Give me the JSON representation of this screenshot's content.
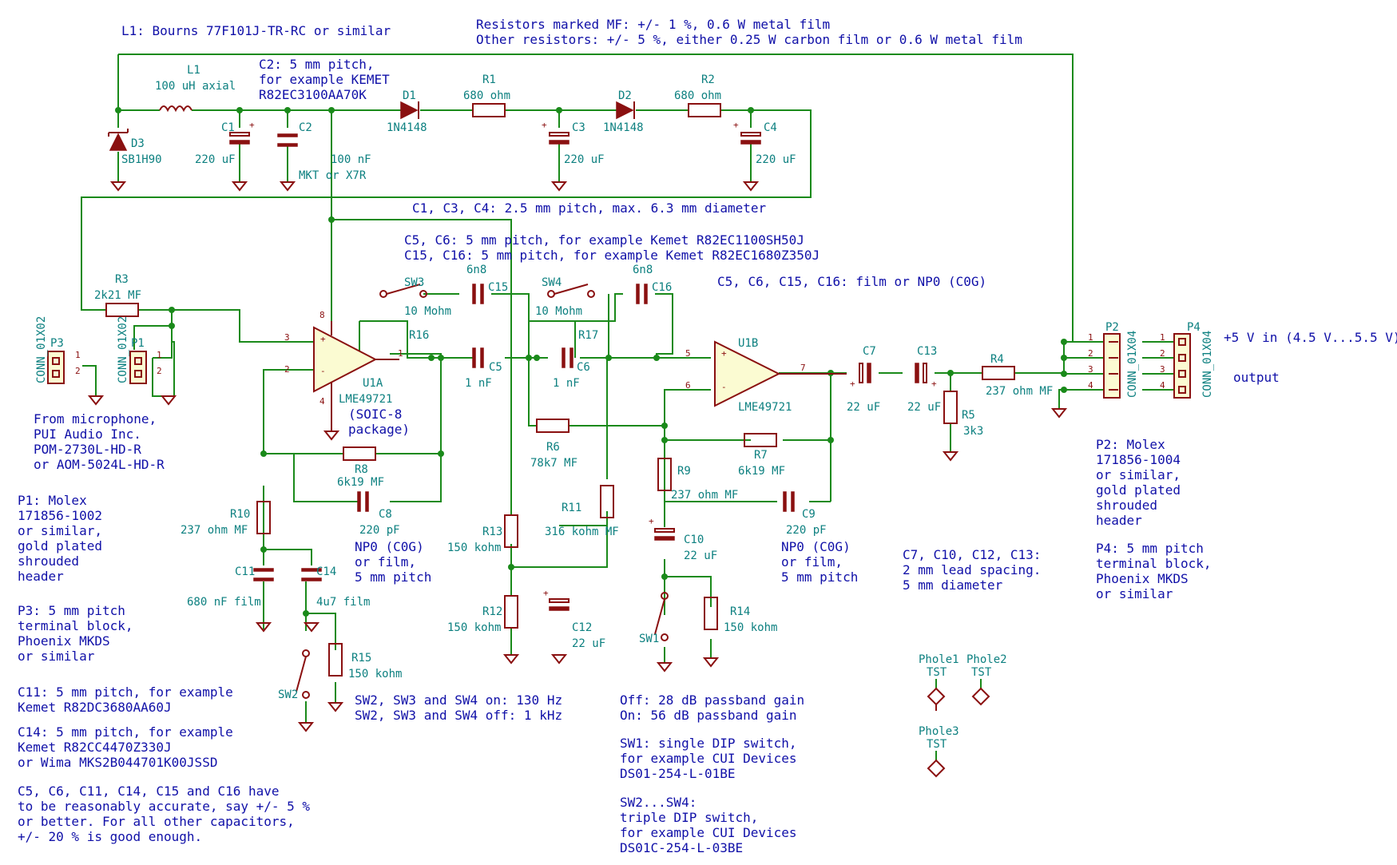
{
  "colors": {
    "wire": "#1a8a1a",
    "part": "#8a1010",
    "label": "#0d8080",
    "note": "#1010a8",
    "fill": "#fbfbd2"
  },
  "notes": {
    "l1": "L1: Bourns 77F101J-TR-RC or similar",
    "res1": "Resistors marked MF: +/- 1 %, 0.6 W metal film",
    "res2": "Other resistors: +/- 5 %, either 0.25 W carbon film or 0.6 W metal film",
    "c2a": "C2: 5 mm pitch,",
    "c2b": "for example KEMET",
    "c2c": "R82EC3100AA70K",
    "c134": "C1, C3, C4: 2.5 mm pitch, max. 6.3 mm diameter",
    "c56a": "C5, C6: 5 mm pitch, for example Kemet R82EC1100SH50J",
    "c56b": "C15, C16: 5 mm pitch, for example Kemet R82EC1680Z350J",
    "film": "C5, C6, C15, C16: film or NP0 (C0G)",
    "pkg1": "(SOIC-8",
    "pkg2": "package)",
    "mic1": "From microphone,",
    "mic2": "PUI Audio Inc.",
    "mic3": "POM-2730L-HD-R",
    "mic4": "or AOM-5024L-HD-R",
    "p1_1": "P1: Molex",
    "p1_2": "171856-1002",
    "p1_3": "or similar,",
    "p1_4": "gold plated",
    "p1_5": "shrouded",
    "p1_6": "header",
    "p3_1": "P3: 5 mm pitch",
    "p3_2": "terminal block,",
    "p3_3": "Phoenix MKDS",
    "p3_4": "or similar",
    "c11_1": "C11: 5 mm pitch, for example",
    "c11_2": "Kemet R82DC3680AA60J",
    "c14_1": "C14: 5 mm pitch, for example",
    "c14_2": "Kemet R82CC4470Z330J",
    "c14_3": "or Wima MKS2B044701K00JSSD",
    "acc1": "C5, C6, C11, C14, C15 and C16 have",
    "acc2": "to be reasonably accurate, say +/- 5 %",
    "acc3": "or better. For all other capacitors,",
    "acc4": "+/- 20 % is good enough.",
    "np0a_1": "NP0 (C0G)",
    "np0a_2": "or film,",
    "np0a_3": "5 mm pitch",
    "np0b_1": "NP0 (C0G)",
    "np0b_2": "or film,",
    "np0b_3": "5 mm pitch",
    "sw1": "SW2, SW3 and SW4 on: 130 Hz",
    "sw2": "SW2, SW3 and SW4 off: 1 kHz",
    "gain1": "Off: 28 dB passband gain",
    "gain2": "On: 56 dB passband gain",
    "dip1_1": "SW1: single DIP switch,",
    "dip1_2": "for example CUI Devices",
    "dip1_3": "DS01-254-L-01BE",
    "dip2_1": "SW2...SW4:",
    "dip2_2": "triple DIP switch,",
    "dip2_3": "for example CUI Devices",
    "dip2_4": "DS01C-254-L-03BE",
    "c7_1": "C7, C10, C12, C13:",
    "c7_2": "2 mm lead spacing.",
    "c7_3": "5 mm diameter",
    "p2_1": "P2: Molex",
    "p2_2": "171856-1004",
    "p2_3": "or similar,",
    "p2_4": "gold plated",
    "p2_5": "shrouded",
    "p2_6": "header",
    "p4_1": "P4: 5 mm pitch",
    "p4_2": "terminal block,",
    "p4_3": "Phoenix MKDS",
    "p4_4": "or similar",
    "vin": "+5 V in (4.5 V...5.5 V)",
    "out": "output"
  },
  "refs": {
    "L1": "L1",
    "C1": "C1",
    "C2": "C2",
    "C3": "C3",
    "C4": "C4",
    "D1": "D1",
    "D2": "D2",
    "D3": "D3",
    "R1": "R1",
    "R2": "R2",
    "R3": "R3",
    "R4": "R4",
    "R5": "R5",
    "R6": "R6",
    "R7": "R7",
    "R8": "R8",
    "R9": "R9",
    "R10": "R10",
    "R11": "R11",
    "R12": "R12",
    "R13": "R13",
    "R14": "R14",
    "R15": "R15",
    "R16": "R16",
    "R17": "R17",
    "C5": "C5",
    "C6": "C6",
    "C7": "C7",
    "C8": "C8",
    "C9": "C9",
    "C10": "C10",
    "C11": "C11",
    "C12": "C12",
    "C13": "C13",
    "C14": "C14",
    "C15": "C15",
    "C16": "C16",
    "U1A": "U1A",
    "U1B": "U1B",
    "SW1": "SW1",
    "SW2": "SW2",
    "SW3": "SW3",
    "SW4": "SW4",
    "P1": "P1",
    "P2": "P2",
    "P3": "P3",
    "P4": "P4",
    "PH1": "Phole1",
    "PH2": "Phole2",
    "PH3": "Phole3"
  },
  "values": {
    "L1": "100 uH axial",
    "C1": "220 uF",
    "C2a": "100 nF",
    "C2b": "MKT or X7R",
    "D1": "1N4148",
    "D2": "1N4148",
    "D3": "SB1H90",
    "R1": "680 ohm",
    "R2": "680 ohm",
    "C3": "220 uF",
    "C4": "220 uF",
    "R3": "2k21 MF",
    "R4": "237 ohm MF",
    "R5": "3k3",
    "R6": "78k7 MF",
    "R7": "6k19 MF",
    "R8": "6k19 MF",
    "R9": "237 ohm MF",
    "R10": "237 ohm MF",
    "R11": "316 kohm MF",
    "R12": "150 kohm",
    "R13": "150 kohm",
    "R14": "150 kohm",
    "R15": "150 kohm",
    "R16": "10 Mohm",
    "R17": "10 Mohm",
    "C5": "1 nF",
    "C6": "1 nF",
    "C7": "22 uF",
    "C8": "220 pF",
    "C9": "220 pF",
    "C10": "22 uF",
    "C11": "680 nF film",
    "C12": "22 uF",
    "C13": "22 uF",
    "C14": "4u7 film",
    "C15": "6n8",
    "C16": "6n8",
    "U1A": "LME49721",
    "U1B": "LME49721",
    "P1": "CONN_01X02",
    "P3": "CONN_01X02",
    "P2": "CONN_01X04",
    "P4": "CONN_01X04",
    "TST1": "TST",
    "TST2": "TST",
    "TST3": "TST"
  },
  "pins": {
    "one": "1",
    "two": "2",
    "three": "3",
    "four": "4",
    "five": "5",
    "six": "6",
    "seven": "7",
    "eight": "8",
    "plus": "+",
    "minus": "-"
  }
}
